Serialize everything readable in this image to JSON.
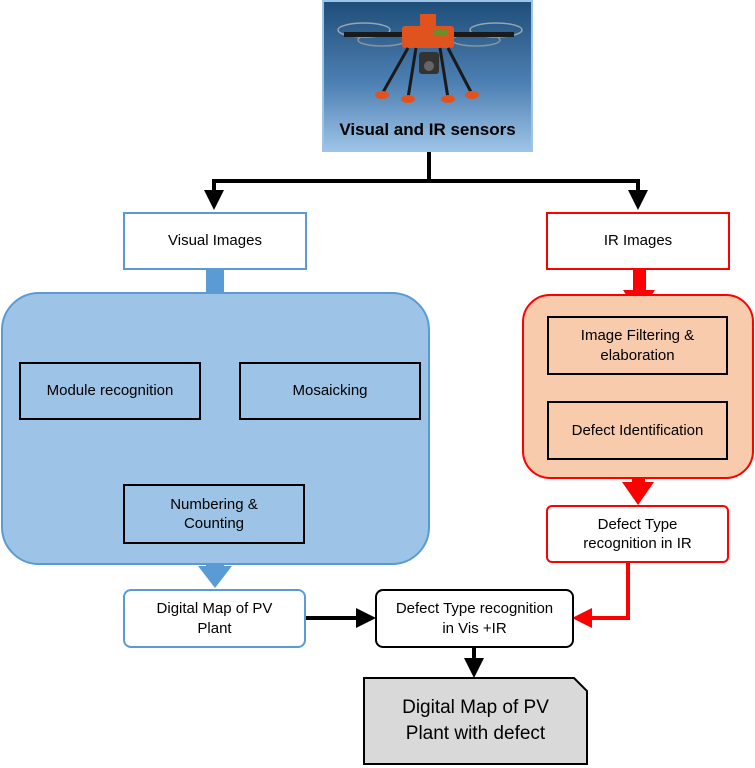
{
  "source": {
    "label": "Visual and IR sensors",
    "image": "drone-image"
  },
  "visual_branch": {
    "input_label": "Visual Images",
    "steps": {
      "module_recognition": "Module recognition",
      "mosaicking": "Mosaicking",
      "numbering": "Numbering & Counting"
    },
    "output_label": "Digital Map of PV Plant"
  },
  "ir_branch": {
    "input_label": "IR Images",
    "steps": {
      "filtering": "Image Filtering & elaboration",
      "defect_identification": "Defect Identification"
    },
    "output_label": "Defect Type recognition in IR"
  },
  "merge": {
    "label": "Defect Type recognition in Vis +IR"
  },
  "final": {
    "label": "Digital Map of PV Plant with defect"
  },
  "colors": {
    "visual_blue": "#5b9bd5",
    "visual_panel": "#9dc3e6",
    "ir_red": "#ff0000",
    "ir_panel": "#f8cbad",
    "final_gray": "#d9d9d9",
    "sky_top": "#1f4e79",
    "sky_bottom": "#9dc3e6"
  }
}
